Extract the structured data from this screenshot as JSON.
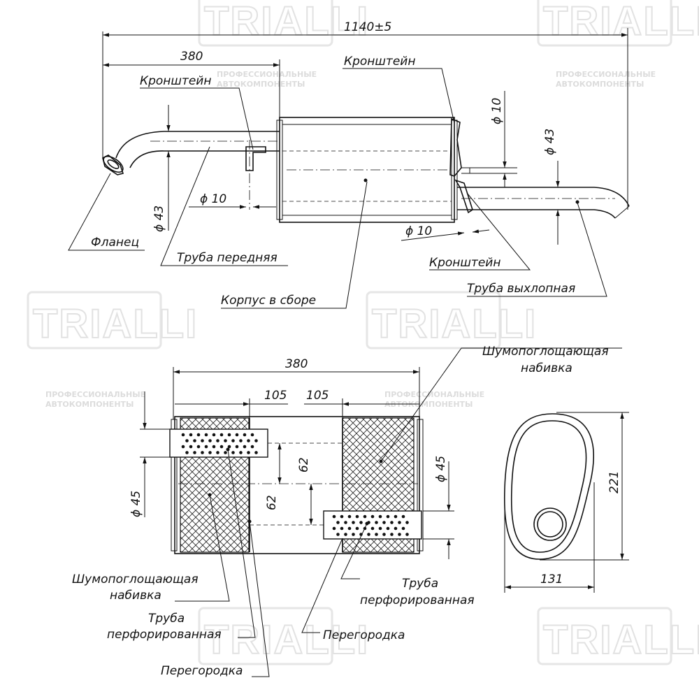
{
  "watermark": {
    "brand": "TRIALLI",
    "tagline_line1": "ПРОФЕССИОНАЛЬНЫЕ",
    "tagline_line2": "АВТОКОМПОНЕНТЫ"
  },
  "top_view": {
    "dimensions": {
      "overall_length": "1140±5",
      "front_length": "380",
      "front_pipe_diameter": "ϕ 43",
      "front_bracket_diameter": "ϕ 10",
      "rear_bracket_top_diameter": "ϕ 10",
      "rear_bracket_bottom_diameter": "ϕ 10",
      "exhaust_pipe_diameter": "ϕ 43"
    },
    "labels": {
      "bracket_front": "Кронштейн",
      "bracket_rear_top": "Кронштейн",
      "bracket_rear_bottom": "Кронштейн",
      "flange": "Фланец",
      "front_pipe": "Труба передняя",
      "body_assembly": "Корпус в сборе",
      "exhaust_pipe": "Труба выхлопная"
    }
  },
  "section_view": {
    "dimensions": {
      "body_length": "380",
      "inlet_offset": "105",
      "outlet_offset": "105",
      "inlet_pipe_diameter": "ϕ 45",
      "outlet_pipe_diameter": "ϕ 45",
      "upper_offset": "62",
      "lower_offset": "62"
    },
    "labels": {
      "packing_top_right_line1": "Шумопоглощающая",
      "packing_top_right_line2": "набивка",
      "packing_left_line1": "Шумопоглощающая",
      "packing_left_line2": "набивка",
      "perforated_left_line1": "Труба",
      "perforated_left_line2": "перфорированная",
      "perforated_right_line1": "Труба",
      "perforated_right_line2": "перфорированная",
      "baffle_right": "Перегородка",
      "baffle_left": "Перегородка"
    }
  },
  "end_view": {
    "dimensions": {
      "height": "221",
      "width": "131"
    }
  }
}
